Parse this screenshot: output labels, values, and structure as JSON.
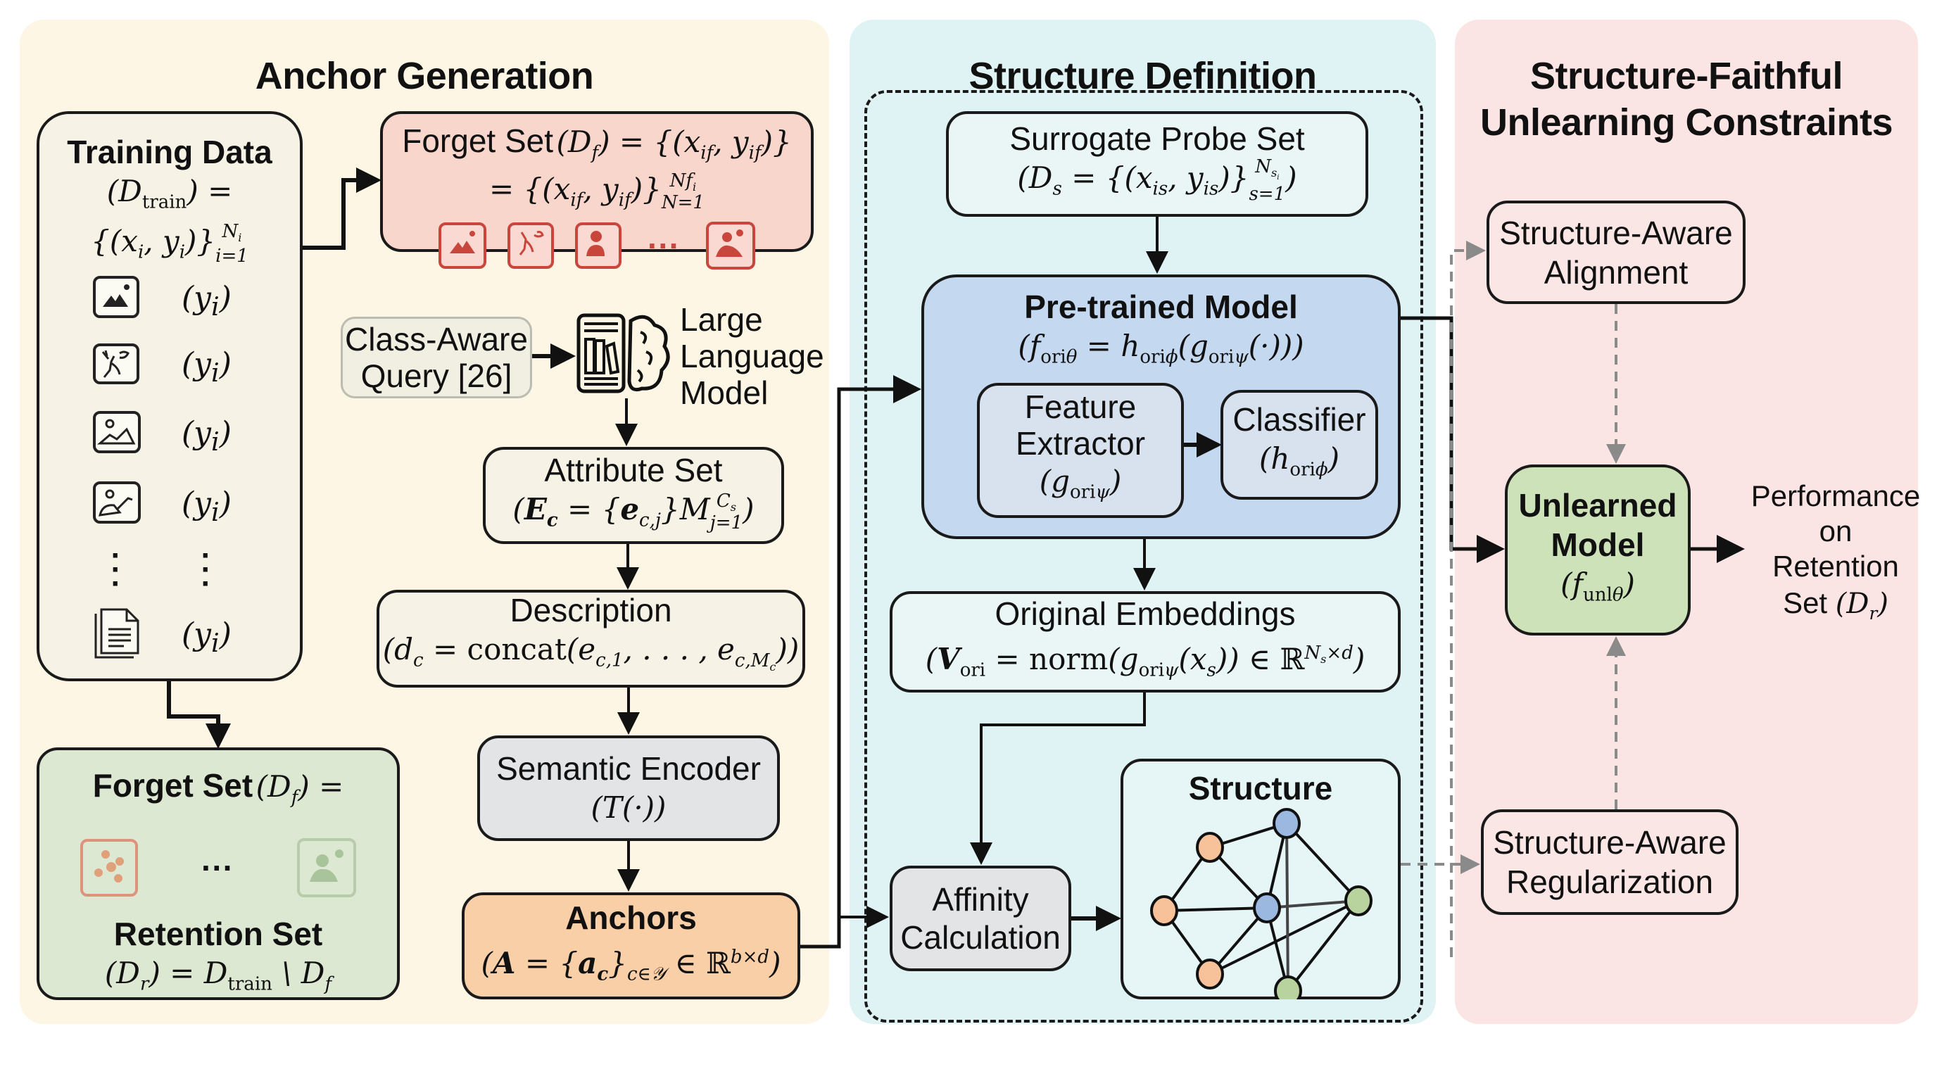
{
  "panels": {
    "anchor_generation": {
      "title": "Anchor Generation",
      "bg": "#fdf6e4"
    },
    "structure_definition": {
      "title": "Structure Definition",
      "bg": "#dff2f4"
    },
    "faithful_constraints": {
      "title_line1": "Structure-Faithful",
      "title_line2": "Unlearning Constraints",
      "bg": "#fbe4e4"
    }
  },
  "training_data": {
    "title": "Training Data",
    "formula_line1": "(Dtrain) =",
    "formula_line2": "{(xi, yi)} i=1..Ni",
    "items": [
      {
        "icon": "mountain-image-icon",
        "label": "(yi)"
      },
      {
        "icon": "deer-image-icon",
        "label": "(yi)"
      },
      {
        "icon": "landscape-image-icon",
        "label": "(yi)"
      },
      {
        "icon": "person-image-icon",
        "label": "(yi)"
      },
      {
        "icon": "vertical-ellipsis-icon",
        "label": "⋮"
      },
      {
        "icon": "document-icon",
        "label": "(yi)"
      }
    ]
  },
  "forget_set_top": {
    "line1_text": "Forget Set",
    "line1_math": "(Df) = {(xif, yif)}",
    "line2_math": "= {(xif, yif)} N=1..Nfi",
    "icons": [
      "mountain-image-icon",
      "deer-image-icon",
      "person-image-icon",
      "ellipsis-icon",
      "group-image-icon"
    ],
    "color": "#c9463c",
    "bg": "#f8d6cc"
  },
  "forget_retention": {
    "forget_label": "Forget Set",
    "forget_math": "(Df) =",
    "ellipsis": "···",
    "retention_label": "Retention Set",
    "retention_math": "(Dr) = Dtrain \\ Df",
    "bg": "#dde8d3"
  },
  "class_aware_query": {
    "line1": "Class-Aware",
    "line2": "Query [26]"
  },
  "llm": {
    "line1": "Large",
    "line2": "Language",
    "line3": "Model"
  },
  "attribute_set": {
    "title": "Attribute Set",
    "math": "(Ec = {ec,j} M j=1..Cs)"
  },
  "description": {
    "title": "Description",
    "math": "(dc = concat(ec,1, . . . , ec,Mc))"
  },
  "semantic_encoder": {
    "title": "Semantic Encoder",
    "math": "(T(·))",
    "bg": "#e3e4e6"
  },
  "anchors": {
    "title": "Anchors",
    "math": "(A = {ac}c∈Y ∈ ℝ^(b×d))",
    "bg": "#f9cfa8"
  },
  "surrogate": {
    "title": "Surrogate Probe Set",
    "math": "(Ds = {(xis, yis)} s=1..Nsi)"
  },
  "pretrained": {
    "title": "Pre-trained Model",
    "math": "(foriθ = horiϕ(goriψ(·)))",
    "bg": "#c4d8ef",
    "feature_extractor": {
      "line1": "Feature",
      "line2": "Extractor",
      "math": "(goriψ)"
    },
    "classifier": {
      "line1": "Classifier",
      "math": "(horiϕ)"
    }
  },
  "original_embeddings": {
    "title": "Original Embeddings",
    "math": "(Vori = norm(goriψ(xs)) ∈ ℝ^(Ns×d))"
  },
  "affinity": {
    "line1": "Affinity",
    "line2": "Calculation"
  },
  "structure": {
    "title": "Structure",
    "nodes": [
      {
        "id": "o1",
        "color": "#f7c29a"
      },
      {
        "id": "o2",
        "color": "#f7c29a"
      },
      {
        "id": "o3",
        "color": "#f7c29a"
      },
      {
        "id": "b1",
        "color": "#9bb8e0"
      },
      {
        "id": "b2",
        "color": "#9bb8e0"
      },
      {
        "id": "g1",
        "color": "#b9d39f"
      },
      {
        "id": "g2",
        "color": "#b9d39f"
      }
    ],
    "edges": [
      [
        "o1",
        "b1"
      ],
      [
        "o1",
        "o2"
      ],
      [
        "o1",
        "b2"
      ],
      [
        "o2",
        "b2"
      ],
      [
        "o2",
        "o3"
      ],
      [
        "o3",
        "b2"
      ],
      [
        "o3",
        "g1"
      ],
      [
        "b1",
        "b2"
      ],
      [
        "b1",
        "g1"
      ],
      [
        "b1",
        "g2"
      ],
      [
        "b2",
        "g1"
      ],
      [
        "b2",
        "g2"
      ],
      [
        "g1",
        "g2"
      ]
    ]
  },
  "sa_alignment": {
    "line1": "Structure-Aware",
    "line2": "Alignment"
  },
  "sa_regularization": {
    "line1": "Structure-Aware",
    "line2": "Regularization"
  },
  "unlearned": {
    "line1": "Unlearned",
    "line2": "Model",
    "math": "(funlθ)",
    "bg": "#cde2b8"
  },
  "performance": {
    "line1": "Performance",
    "line2": "on",
    "line3": "Retention",
    "line4_text": "Set",
    "line4_math": "(Dr)"
  }
}
